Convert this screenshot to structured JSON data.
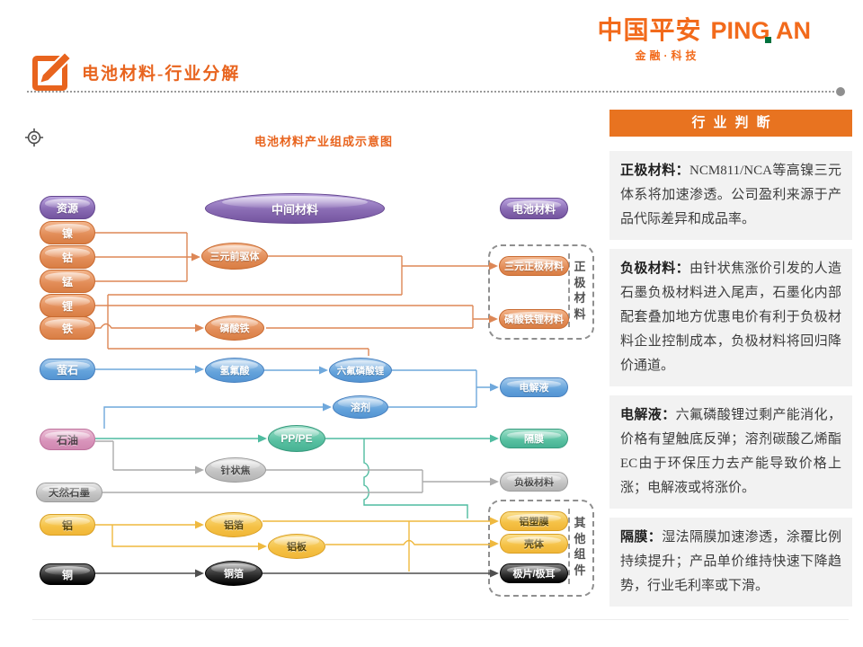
{
  "header": {
    "logo_cn": "中国平安",
    "logo_en": "PING AN",
    "logo_sub": "金融·科技",
    "title": "电池材料-行业分解"
  },
  "diagram": {
    "caption": "电池材料产业组成示意图",
    "nodes": {
      "resources_header": "资源",
      "intermediate_header": "中间材料",
      "battery_header": "电池材料",
      "nickel": "镍",
      "cobalt": "钴",
      "manganese": "锰",
      "lithium": "锂",
      "iron": "铁",
      "fluorite": "萤石",
      "petroleum": "石油",
      "natural_graphite": "天然石墨",
      "aluminum": "铝",
      "copper": "铜",
      "ternary_precursor": "三元前驱体",
      "iron_phosphate": "磷酸铁",
      "hydrofluoric_acid": "氢氟酸",
      "lipf6": "六氟磷酸锂",
      "solvent": "溶剂",
      "pp_pe": "PP/PE",
      "needle_coke": "针状焦",
      "aluminum_foil": "铝箔",
      "aluminum_plate": "铝板",
      "copper_foil": "铜箔",
      "ternary_cathode": "三元正极材料",
      "lfp_material": "磷酸铁锂材料",
      "electrolyte": "电解液",
      "separator": "隔膜",
      "anode_material": "负极材料",
      "al_plastic_film": "铝塑膜",
      "casing": "壳体",
      "electrode_tab": "极片/极耳"
    },
    "groups": {
      "cathode": "正极材料",
      "other": "其他组件"
    }
  },
  "panel": {
    "title": "行业判断",
    "sections": [
      {
        "lead": "正极材料：",
        "body": "NCM811/NCA等高镍三元体系将加速渗透。公司盈利来源于产品代际差异和成品率。"
      },
      {
        "lead": "负极材料：",
        "body": "由针状焦涨价引发的人造石墨负极材料进入尾声，石墨化内部配套叠加地方优惠电价有利于负极材料企业控制成本，负极材料将回归降价通道。"
      },
      {
        "lead": "电解液：",
        "body": "六氟磷酸锂过剩产能消化，价格有望触底反弹；溶剂碳酸乙烯酯EC由于环保压力去产能导致价格上涨；电解液或将涨价。"
      },
      {
        "lead": "隔膜：",
        "body": "湿法隔膜加速渗透，涂覆比例持续提升；产品单价维持快速下降趋势，行业毛利率或下滑。"
      }
    ]
  },
  "colors": {
    "accent_orange": "#E8641E",
    "panel_header_bg": "#E87320",
    "brand_green": "#00713d",
    "node_purple": "#8a6cb4",
    "node_orange": "#e28c57",
    "node_blue": "#63a2db",
    "node_teal": "#58c0a1",
    "node_pink": "#d893ba",
    "node_gray": "#c2c2c2",
    "node_yellow": "#f5c145",
    "node_black": "#2c2c2c"
  }
}
